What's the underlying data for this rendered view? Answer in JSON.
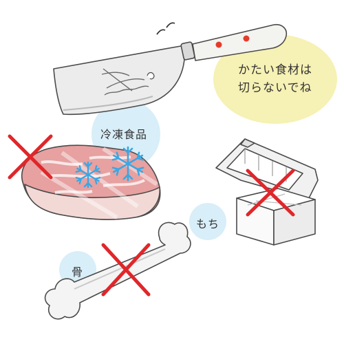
{
  "illustration": {
    "warning_lines": [
      "かたい食材は",
      "切らないでね"
    ],
    "labels": {
      "frozen_food": "冷凍食品",
      "mochi": "もち",
      "bone": "骨"
    },
    "colors": {
      "cross": "#e0262a",
      "warning_bubble": "#f6f1b4",
      "label_bubble": "#d8eef8",
      "snowflake": "#3aa7e4",
      "handle_rivet": "#e53b2a"
    }
  }
}
